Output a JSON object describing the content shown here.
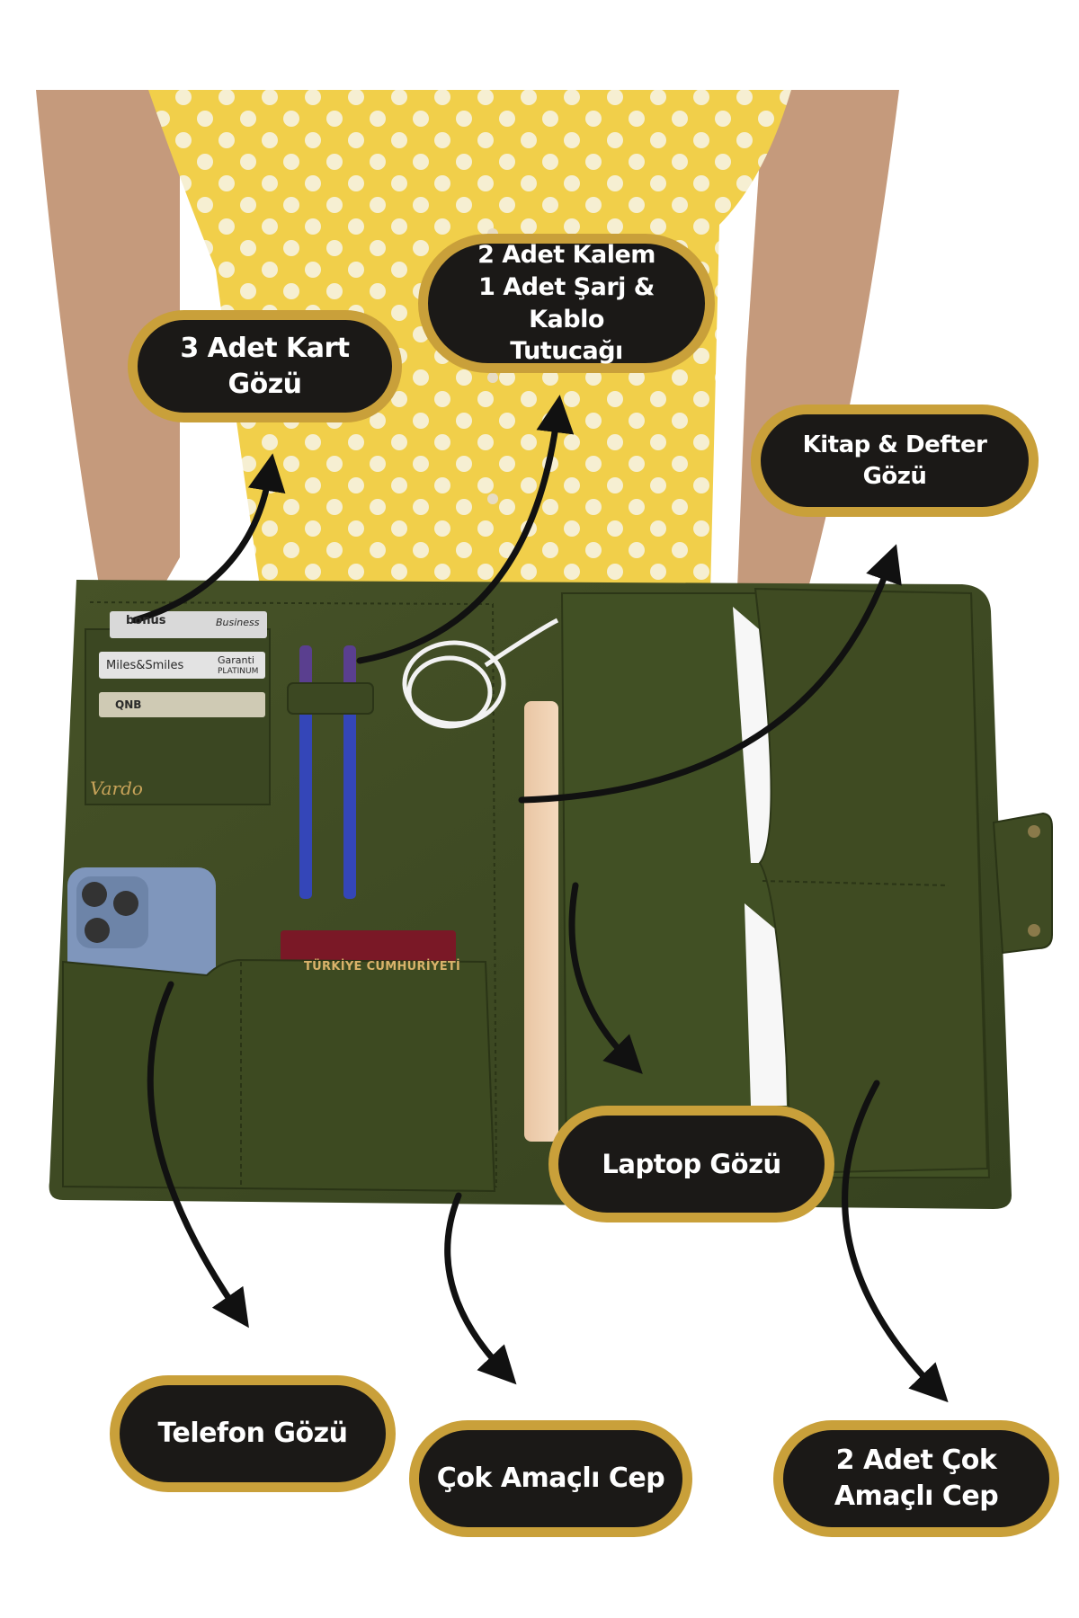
{
  "labels": {
    "card_slots": "3 Adet Kart\nGözü",
    "pen_cable_holder": "2 Adet Kalem\n1 Adet Şarj & Kablo\nTutucağı",
    "book_notebook": "Kitap & Defter Gözü",
    "laptop": "Laptop Gözü",
    "phone": "Telefon Gözü",
    "multi_pocket": "Çok Amaçlı Cep",
    "two_multi_pockets": "2 Adet Çok\nAmaçlı Cep"
  },
  "product": {
    "brand_logo": "Vardo",
    "cards": [
      "bonus",
      "Business",
      "Miles&Smiles",
      "Garanti",
      "PLATINUM",
      "QNB"
    ],
    "passport_text": "TÜRKİYE CUMHURİYETİ"
  },
  "colors": {
    "leather": "#3e4a25",
    "pill_border": "#c9a03a",
    "pill_fill": "#1b1917",
    "shirt": "#f1cf4a"
  }
}
